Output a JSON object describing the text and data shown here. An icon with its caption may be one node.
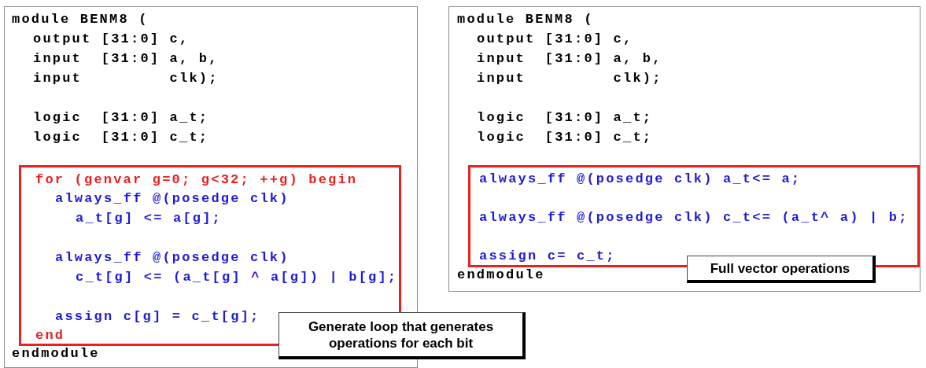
{
  "diagram": {
    "nodes": [
      {
        "text": [
          "module BENM8 (",
          "output [31:0] c,",
          "input  [31:0] a, b,",
          "input         clk);",
          "logic  [31:0] a_t;",
          "logic  [31:0] c_t;",
          "endmodule"
        ]
      },
      {
        "text": [
          "for (genvar g=0; g<32; ++g) begin",
          "always_ff @(posedge clk)",
          "a_t[g] <= a[g];",
          "always_ff @(posedge clk)",
          "c_t[g] <= (a_t[g] ^ a[g]) | b[g];",
          "assign c[g] = c_t[g];",
          "end"
        ],
        "in": 0
      },
      {
        "text": [
          "Generate loop that generates operations for each bit"
        ]
      },
      {
        "text": [
          "module BENM8 (",
          "output [31:0] c,",
          "input  [31:0] a, b,",
          "input         clk);",
          "logic  [31:0] a_t;",
          "logic  [31:0] c_t;",
          "endmodule"
        ]
      },
      {
        "text": [
          "always_ff @(posedge clk) a_t<= a;",
          "always_ff @(posedge clk) c_t<= (a_t^ a) | b;",
          "assign c= c_t;"
        ],
        "in": 3
      },
      {
        "text": [
          "Full vector operations"
        ],
        "in": 3
      }
    ]
  }
}
